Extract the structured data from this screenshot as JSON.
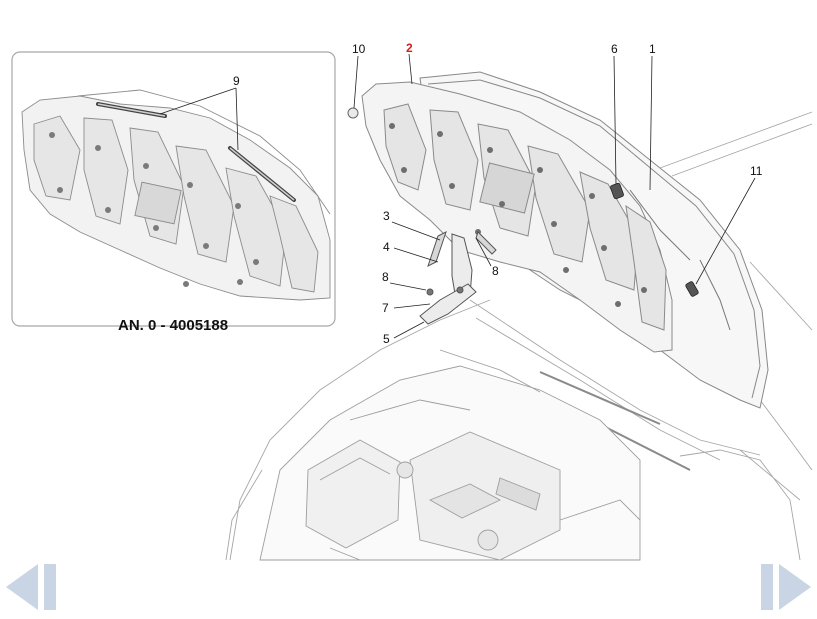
{
  "inset": {
    "caption": "AN. 0 - 4005188",
    "callouts": [
      {
        "id": "9",
        "label": "9"
      }
    ]
  },
  "callouts": [
    {
      "id": "10",
      "label": "10"
    },
    {
      "id": "2",
      "label": "2",
      "highlight": true
    },
    {
      "id": "6",
      "label": "6"
    },
    {
      "id": "1",
      "label": "1"
    },
    {
      "id": "11",
      "label": "11"
    },
    {
      "id": "3",
      "label": "3"
    },
    {
      "id": "4",
      "label": "4"
    },
    {
      "id": "8a",
      "label": "8"
    },
    {
      "id": "8b",
      "label": "8"
    },
    {
      "id": "7",
      "label": "7"
    },
    {
      "id": "5",
      "label": "5"
    }
  ],
  "nav": {
    "prev_icon": "arrow-left-icon",
    "next_icon": "arrow-right-icon"
  },
  "colors": {
    "highlight_callout": "#d21f1f",
    "nav_arrow": "#c9d4e4",
    "line_art": "#9a9a9a",
    "panel_fill": "#f3f3f3"
  }
}
